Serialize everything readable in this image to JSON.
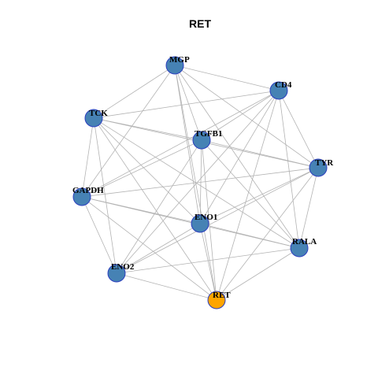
{
  "title": "RET",
  "colors": {
    "node_fill": "#4682B4",
    "highlight_fill": "#FFA500",
    "node_border": "#2C3FBF",
    "edge": "#B3B3B3"
  },
  "nodes": [
    {
      "id": "MGP",
      "label": "MGP",
      "highlight": false
    },
    {
      "id": "CD4",
      "label": "CD4",
      "highlight": false
    },
    {
      "id": "TCK",
      "label": "TCK",
      "highlight": false
    },
    {
      "id": "TGFB1",
      "label": "TGFB1",
      "highlight": false
    },
    {
      "id": "TYR",
      "label": "TYR",
      "highlight": false
    },
    {
      "id": "GAPDH",
      "label": "GAPDH",
      "highlight": false
    },
    {
      "id": "ENO1",
      "label": "ENO1",
      "highlight": false
    },
    {
      "id": "RALA",
      "label": "RALA",
      "highlight": false
    },
    {
      "id": "ENO2",
      "label": "ENO2",
      "highlight": false
    },
    {
      "id": "RET",
      "label": "RET",
      "highlight": true
    }
  ],
  "edges": [
    [
      "MGP",
      "CD4"
    ],
    [
      "MGP",
      "TCK"
    ],
    [
      "MGP",
      "TGFB1"
    ],
    [
      "MGP",
      "TYR"
    ],
    [
      "MGP",
      "GAPDH"
    ],
    [
      "MGP",
      "ENO1"
    ],
    [
      "MGP",
      "RALA"
    ],
    [
      "MGP",
      "RET"
    ],
    [
      "CD4",
      "TCK"
    ],
    [
      "CD4",
      "TGFB1"
    ],
    [
      "CD4",
      "TYR"
    ],
    [
      "CD4",
      "GAPDH"
    ],
    [
      "CD4",
      "ENO1"
    ],
    [
      "CD4",
      "RALA"
    ],
    [
      "CD4",
      "ENO2"
    ],
    [
      "CD4",
      "RET"
    ],
    [
      "TCK",
      "TGFB1"
    ],
    [
      "TCK",
      "TYR"
    ],
    [
      "TCK",
      "GAPDH"
    ],
    [
      "TCK",
      "ENO1"
    ],
    [
      "TCK",
      "RALA"
    ],
    [
      "TCK",
      "ENO2"
    ],
    [
      "TCK",
      "RET"
    ],
    [
      "TGFB1",
      "TYR"
    ],
    [
      "TGFB1",
      "GAPDH"
    ],
    [
      "TGFB1",
      "ENO1"
    ],
    [
      "TGFB1",
      "RALA"
    ],
    [
      "TGFB1",
      "ENO2"
    ],
    [
      "TGFB1",
      "RET"
    ],
    [
      "TYR",
      "GAPDH"
    ],
    [
      "TYR",
      "ENO1"
    ],
    [
      "TYR",
      "RALA"
    ],
    [
      "TYR",
      "ENO2"
    ],
    [
      "TYR",
      "RET"
    ],
    [
      "GAPDH",
      "ENO1"
    ],
    [
      "GAPDH",
      "RALA"
    ],
    [
      "GAPDH",
      "ENO2"
    ],
    [
      "GAPDH",
      "RET"
    ],
    [
      "ENO1",
      "RALA"
    ],
    [
      "ENO1",
      "ENO2"
    ],
    [
      "ENO1",
      "RET"
    ],
    [
      "RALA",
      "ENO2"
    ],
    [
      "RALA",
      "RET"
    ],
    [
      "ENO2",
      "RET"
    ]
  ]
}
